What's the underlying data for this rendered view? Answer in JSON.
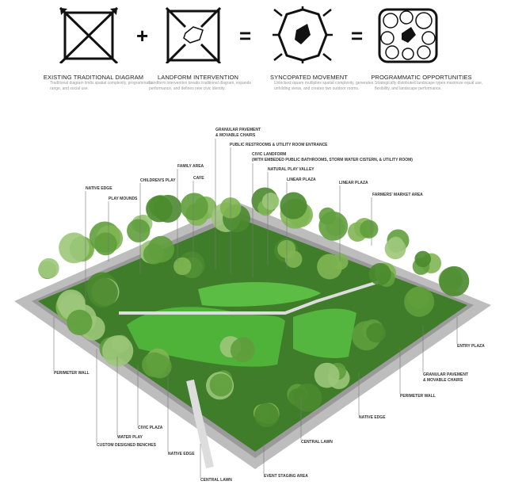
{
  "diagrams": [
    {
      "title": "EXISTING TRADITIONAL DIAGRAM",
      "description": "Traditional diagram limits spatial complexity, programmatic range, and social use.",
      "icon": "square-cross-arrows-icon"
    },
    {
      "title": "LANDFORM INTERVENTION",
      "description": "Landform intervention breaks traditional diagram, expands performance, and defines new civic identity.",
      "icon": "square-landform-icon"
    },
    {
      "title": "SYNCOPATED MOVEMENT",
      "description": "Unlocked square multiplies spatial complexity, generates unfolding views, and creates two outdoor rooms.",
      "icon": "movement-arrows-icon"
    },
    {
      "title": "PROGRAMMATIC OPPORTUNITIES",
      "description": "Strategically distributed landscape types maximize equal use, flexibility, and landscape performance.",
      "icon": "program-bubbles-icon"
    }
  ],
  "operators": [
    "+",
    "=",
    "="
  ],
  "labels": {
    "granular_top": "GRANULAR PAVEMENT\n& MOVABLE CHAIRS",
    "restrooms": "PUBLIC RESTROOMS & UTILITY ROOM ENTRANCE",
    "civic_landform": "CIVIC LANDFORM\n(WITH EMBEDED PUBLIC BATHROOMS, STORM WATER CISTERN, & UTILITY ROOM)",
    "natural_play": "NATURAL PLAY VALLEY",
    "linear_plaza_1": "LINEAR PLAZA",
    "linear_plaza_2": "LINEAR PLAZA",
    "farmers": "FARMERS' MARKET AREA",
    "family": "FAMILY AREA",
    "cafe": "CAFE",
    "childrens": "CHILDREN'S PLAY",
    "native_top": "NATIVE EDGE",
    "play_mounds": "PLAY MOUNDS",
    "entry": "ENTRY PLAZA",
    "granular_right": "GRANULAR PAVEMENT\n& MOVABLE CHAIRS",
    "perimeter_right": "PERIMETER WALL",
    "native_right": "NATIVE EDGE",
    "central_lawn_right": "CENTRAL LAWN",
    "event": "EVENT STAGING AREA",
    "central_lawn_left": "CENTRAL LAWN",
    "native_left": "NATIVE EDGE",
    "benches": "CUSTOM DESIGNED BENCHES",
    "water": "WATER PLAY",
    "civic_plaza": "CIVIC PLAZA",
    "perimeter_left": "PERIMETER WALL"
  },
  "colors": {
    "lawn": "#4fb33a",
    "tree": "#5f9e3c",
    "paving": "#c9c9c9"
  }
}
